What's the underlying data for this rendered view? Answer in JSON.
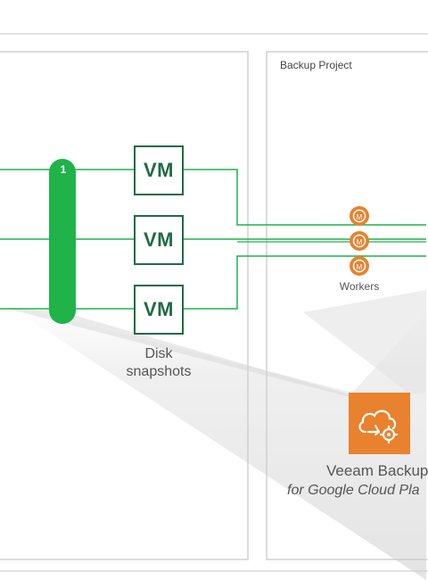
{
  "panels": {
    "backup_project_title": "Backup Project"
  },
  "badge": {
    "number": "1"
  },
  "vms": [
    {
      "label": "VM"
    },
    {
      "label": "VM"
    },
    {
      "label": "VM"
    }
  ],
  "snapshots": {
    "line1": "Disk",
    "line2": "snapshots"
  },
  "workers": {
    "label": "Workers"
  },
  "app": {
    "name": "Veeam Backup",
    "subtitle": "for Google Cloud Pla"
  },
  "colors": {
    "green": "#1fb34a",
    "dark_green": "#1f6b45",
    "orange": "#e8822e",
    "border": "#dcdcdc"
  },
  "icons": {
    "worker": "worker-gear-icon",
    "veeam": "cloud-gear-icon"
  }
}
